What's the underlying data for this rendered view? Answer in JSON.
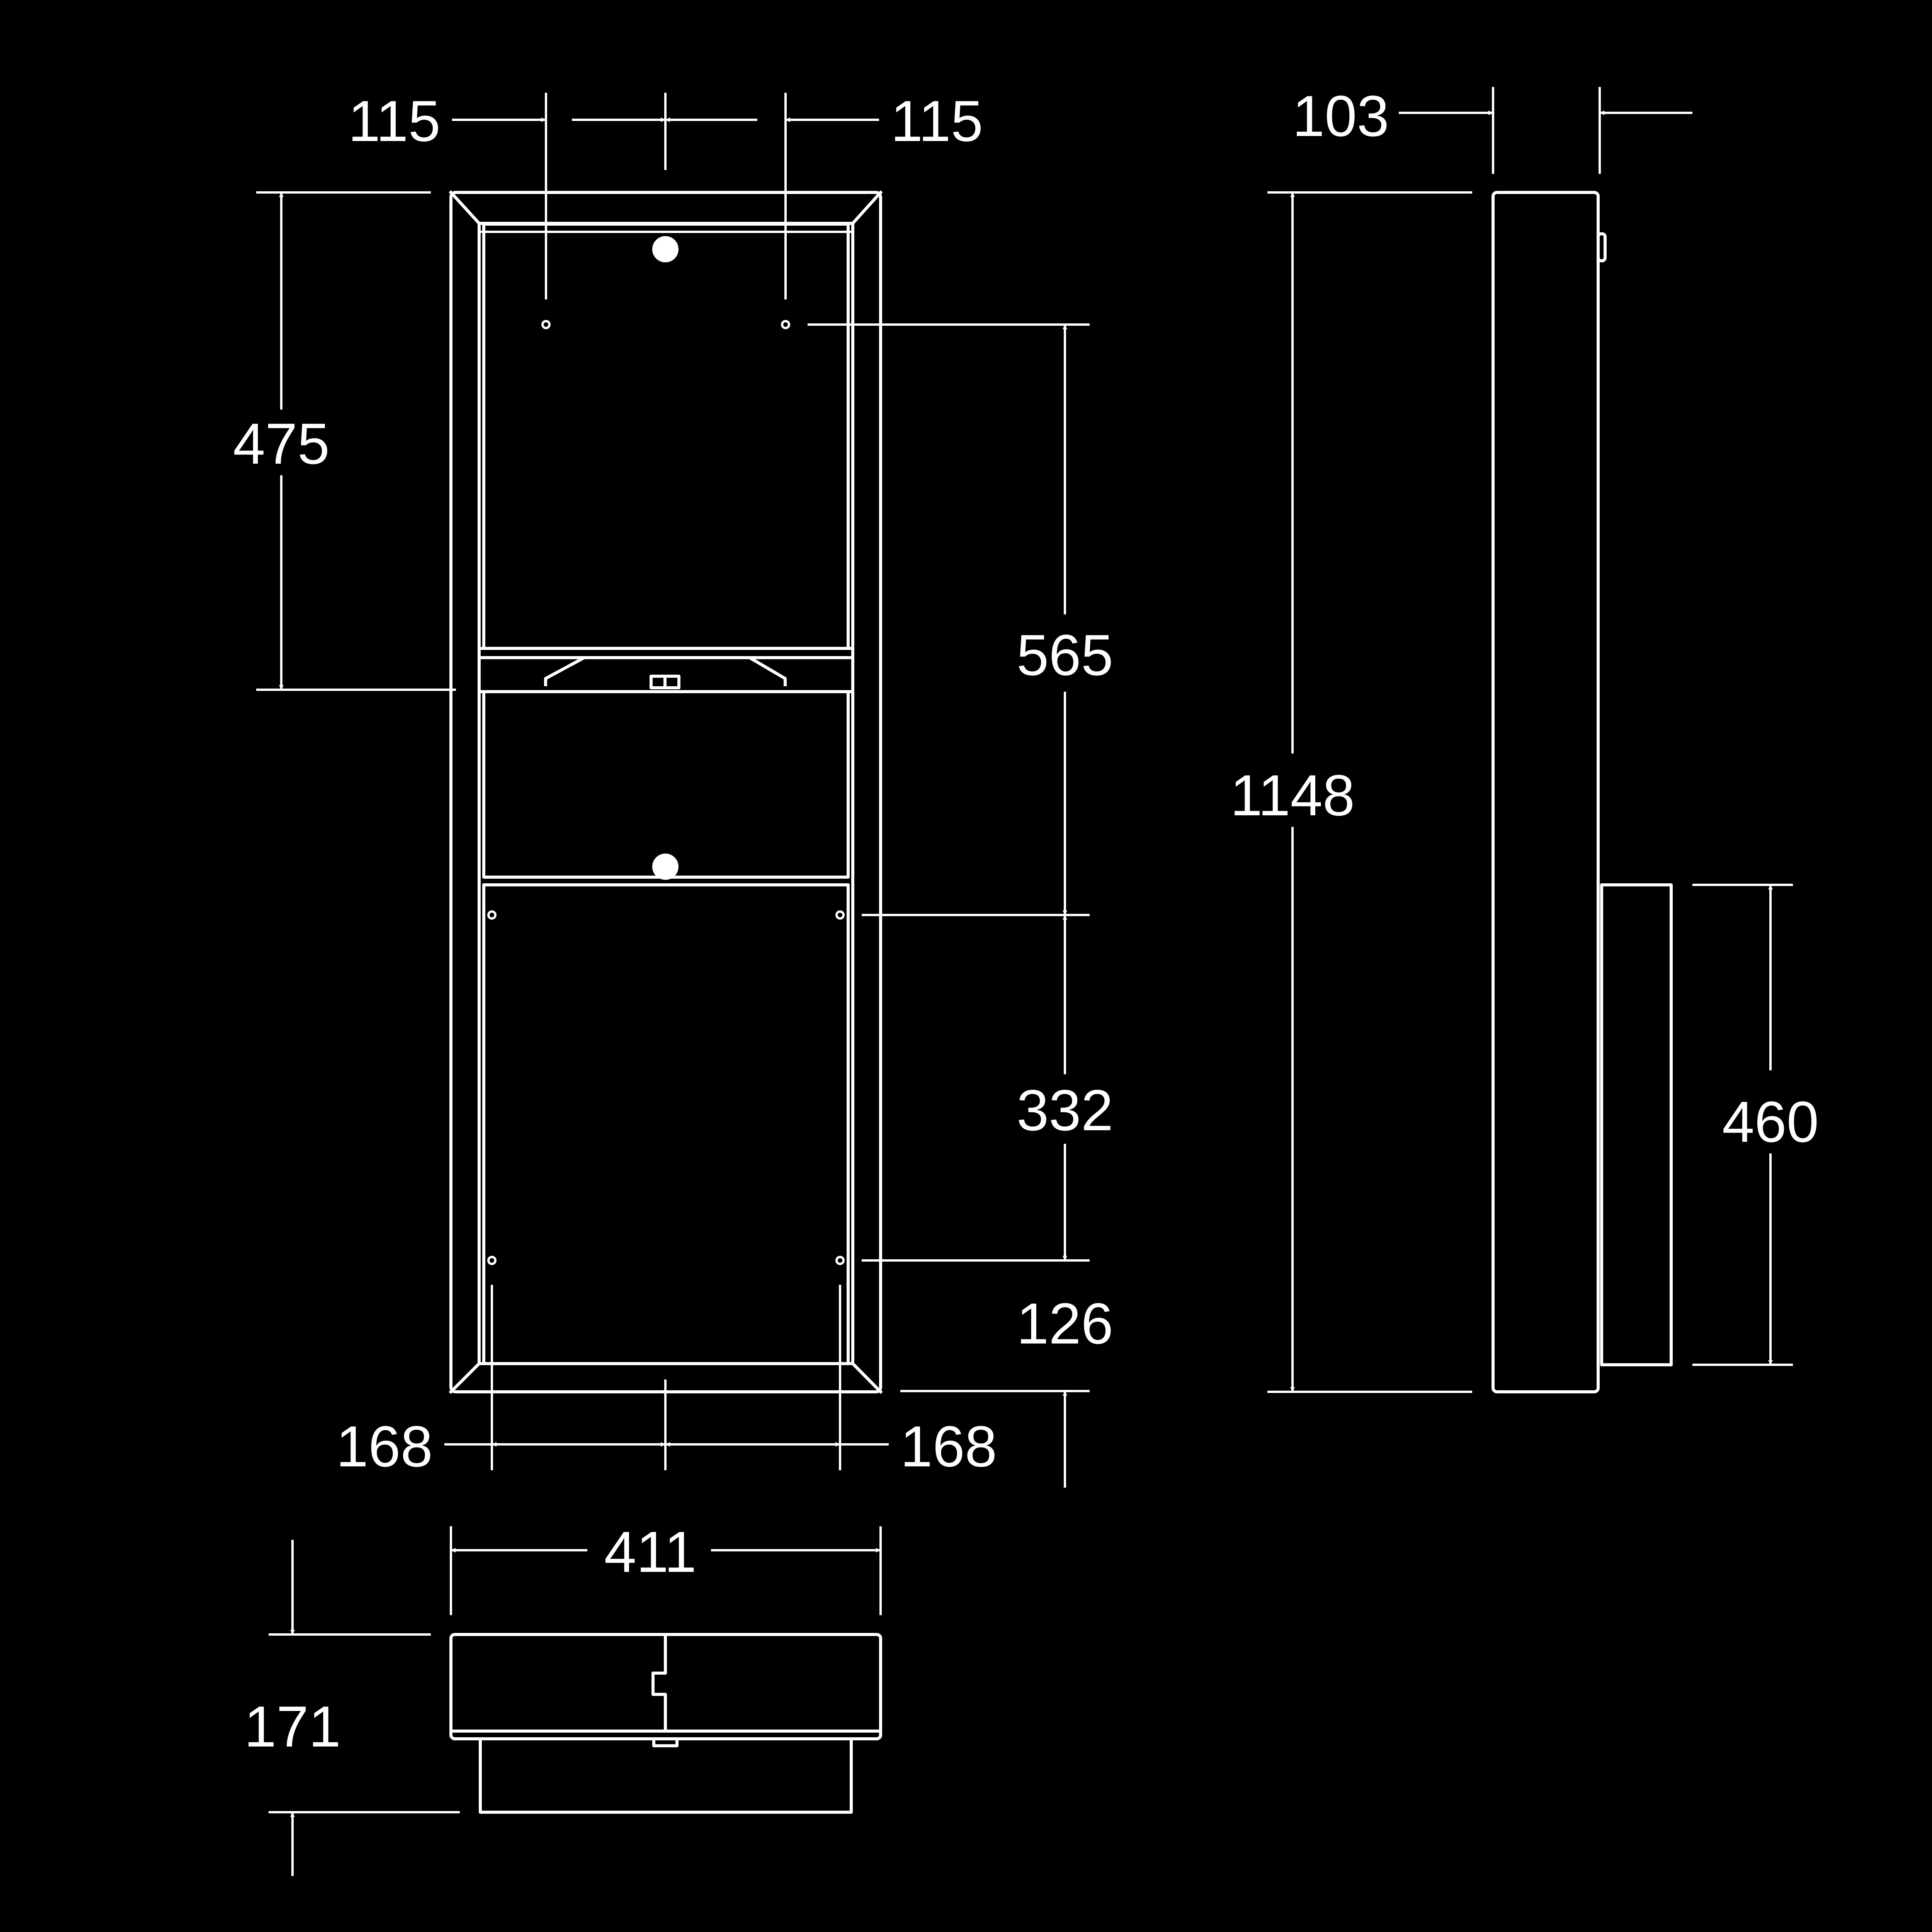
{
  "colors": {
    "background": "#000000",
    "line": "#ffffff"
  },
  "dimensions": {
    "top_left_offset": "115",
    "top_right_offset": "115",
    "upper_height": "475",
    "upper_fixing_spacing": "565",
    "lower_fixing_spacing": "332",
    "bottom_fixing_offset": "126",
    "bottom_left_offset": "168",
    "bottom_right_offset": "168",
    "overall_width": "411",
    "depth_plan": "171",
    "total_height": "1148",
    "side_depth": "103",
    "bin_height": "460"
  }
}
